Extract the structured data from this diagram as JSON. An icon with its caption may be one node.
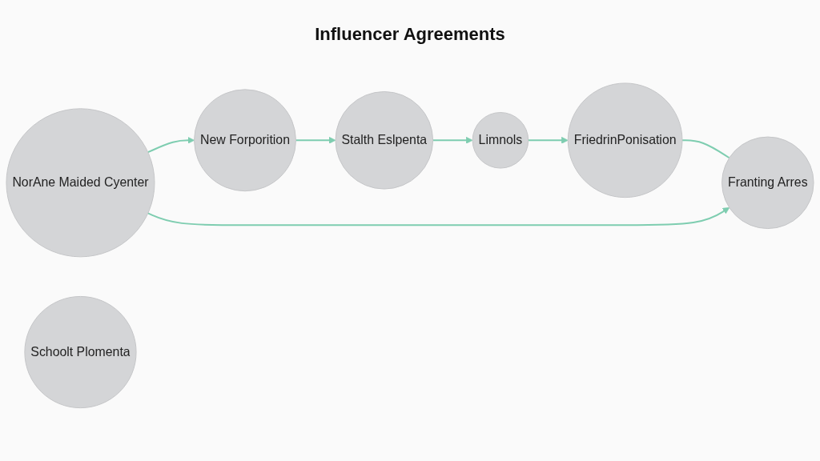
{
  "diagram": {
    "title": "Influencer Agreements",
    "nodes": [
      {
        "text": [
          "New Forporition"
        ]
      },
      {
        "text": [
          "Stalth Eslpenta"
        ]
      },
      {
        "text": [
          "NorAne Maided Cyenter"
        ]
      },
      {
        "text": [
          "Schoolt Plomenta"
        ]
      },
      {
        "text": [
          "Limnols"
        ]
      },
      {
        "text": [
          "Franting Arres"
        ]
      },
      {
        "text": [
          "FriedrinPonisation"
        ]
      }
    ],
    "edges": [
      {
        "from": 0,
        "to": 1,
        "arrow": "to"
      },
      {
        "from": 1,
        "to": 4,
        "arrow": "to"
      },
      {
        "from": 4,
        "to": 6,
        "arrow": "to"
      },
      {
        "from": 6,
        "to": 5,
        "arrow": "none"
      },
      {
        "from": 2,
        "to": 5,
        "arrow": "to"
      },
      {
        "from": 2,
        "to": 0,
        "arrow": "to"
      }
    ]
  }
}
